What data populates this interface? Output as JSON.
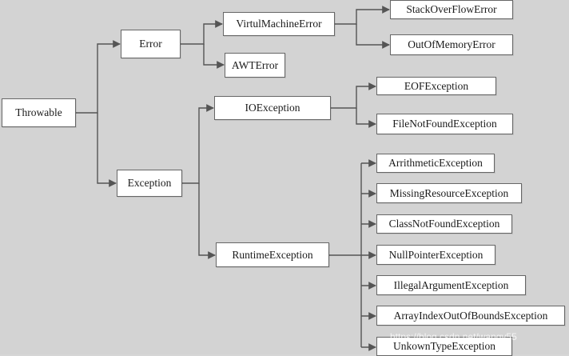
{
  "nodes": {
    "throwable": "Throwable",
    "error": "Error",
    "exception": "Exception",
    "virtual_machine_error": "VirtulMachineError",
    "awt_error": "AWTError",
    "stack_overflow_error": "StackOverFlowError",
    "out_of_memory_error": "OutOfMemoryError",
    "io_exception": "IOException",
    "eof_exception": "EOFException",
    "file_not_found_exception": "FileNotFoundException",
    "runtime_exception": "RuntimeException",
    "arithmetic_exception": "ArrithmeticException",
    "missing_resource_exception": "MissingResourceException",
    "class_not_found_exception": "ClassNotFoundException",
    "null_pointer_exception": "NullPointerException",
    "illegal_argument_exception": "IllegalArgumentException",
    "array_index_exception": "ArrayIndexOutOfBoundsException",
    "unknown_type_exception": "UnkownTypeException"
  },
  "watermark": "https://blog.csdn.net/wangy55",
  "colors": {
    "background": "#d3d3d3",
    "box": "#ffffff",
    "line": "#555555"
  }
}
